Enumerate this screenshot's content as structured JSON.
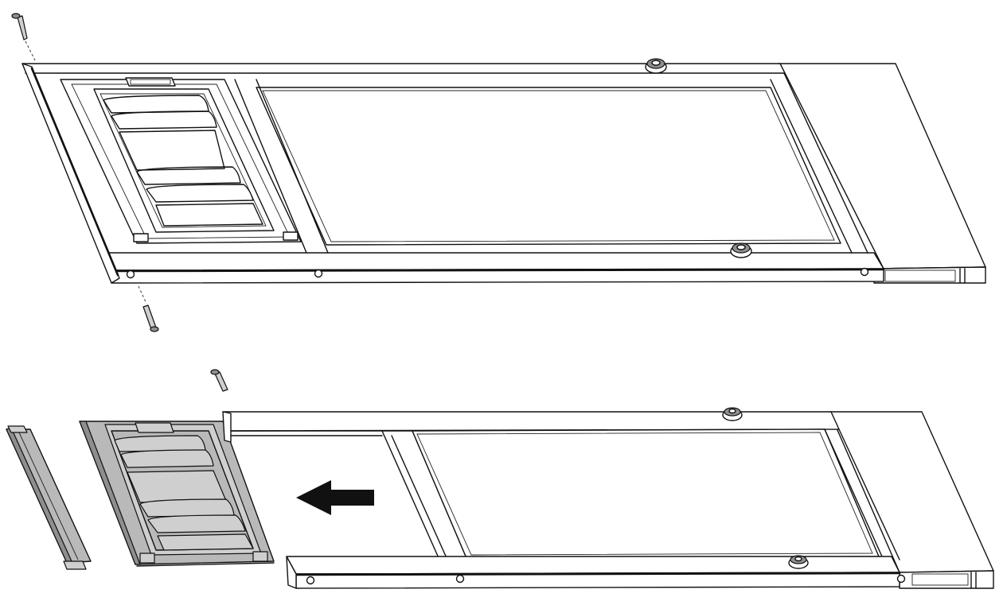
{
  "figure": {
    "kind": "technical assembly illustration",
    "views": [
      {
        "id": "assembled",
        "parts": [
          "frame-panel",
          "pet-door-flap",
          "sliding-extension",
          "screws",
          "knobs"
        ]
      },
      {
        "id": "exploded",
        "parts": [
          "end-cap-strip",
          "pet-door-flap",
          "frame-panel",
          "screw",
          "knobs"
        ]
      }
    ],
    "arrow_direction": "left",
    "colors": {
      "line": "#111111",
      "part_fill": "#b9b9b9",
      "background": "#ffffff"
    }
  }
}
